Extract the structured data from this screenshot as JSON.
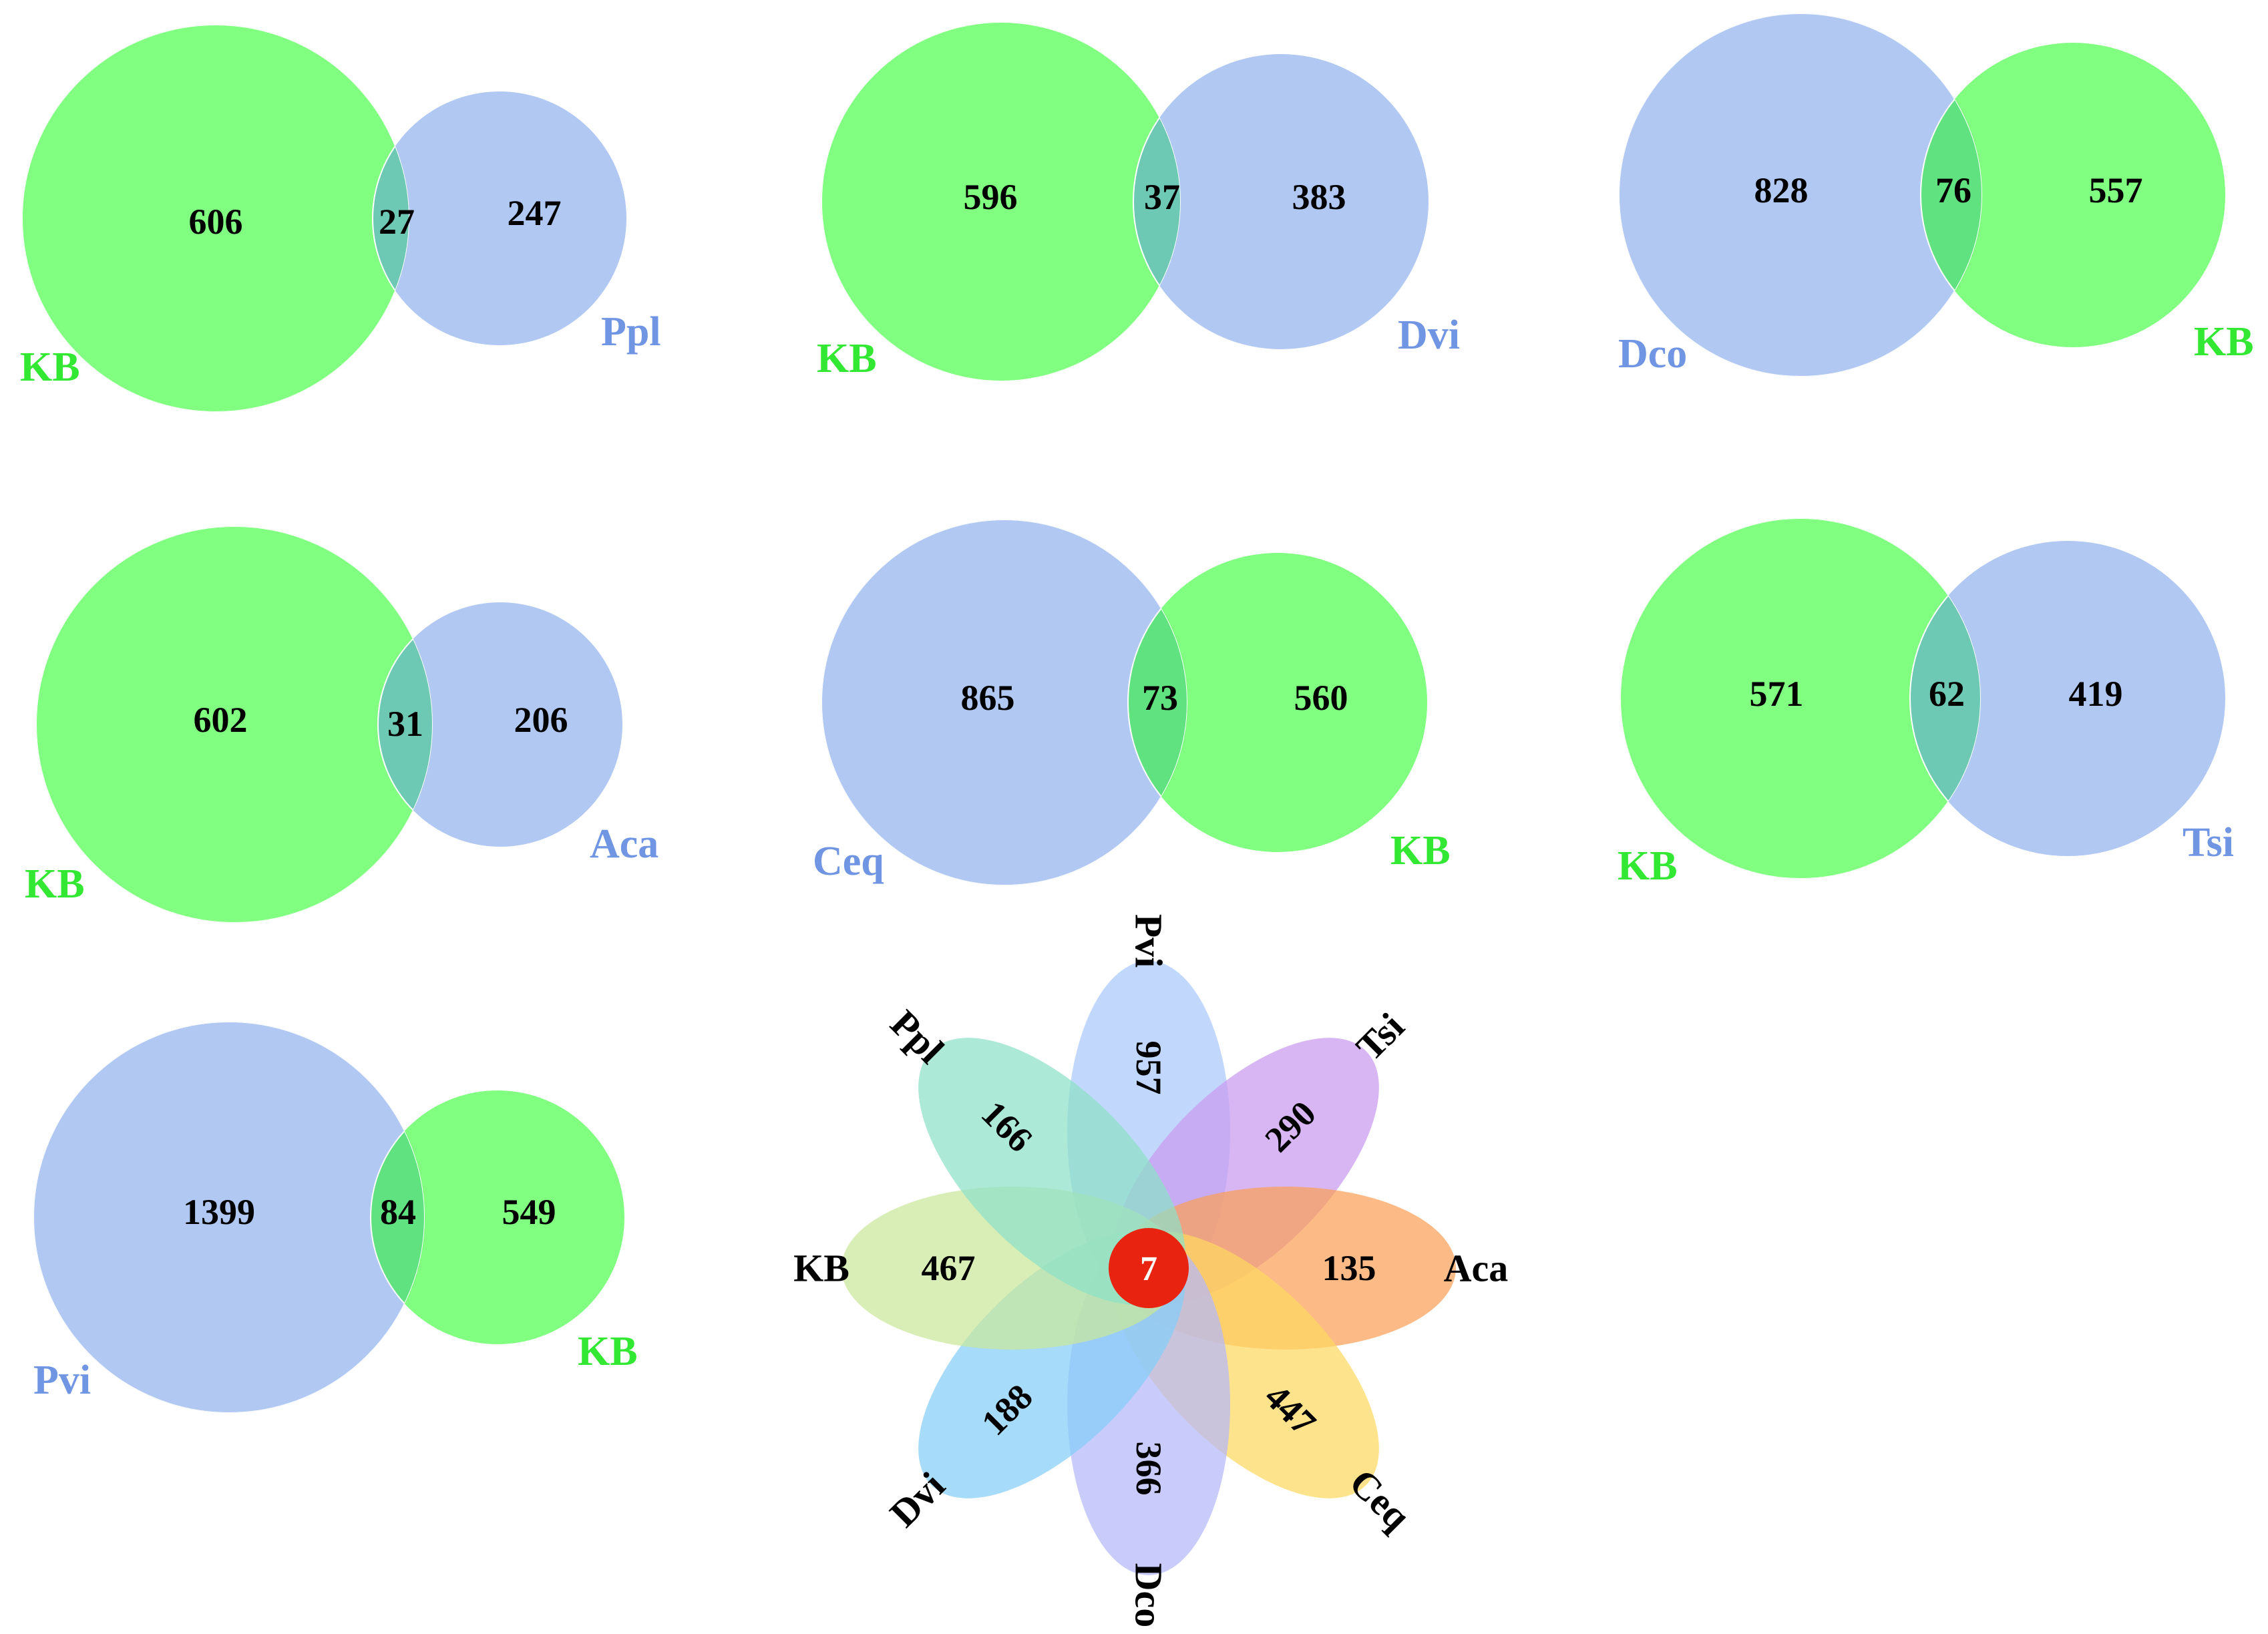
{
  "colors": {
    "green": "#80ff80",
    "blue": "#b1c8f3",
    "overlap_green_blue": "#6ec9b4",
    "overlap_blue_green": "#5fe27f",
    "green_label": "#33e833",
    "blue_label": "#6f95e3",
    "core": "#e8230f"
  },
  "pairwise_venns": [
    {
      "left": {
        "name": "KB",
        "count": "606",
        "color": "green"
      },
      "overlap": "27",
      "right": {
        "name": "Ppl",
        "count": "247",
        "color": "blue"
      }
    },
    {
      "left": {
        "name": "KB",
        "count": "596",
        "color": "green"
      },
      "overlap": "37",
      "right": {
        "name": "Dvi",
        "count": "383",
        "color": "blue"
      }
    },
    {
      "left": {
        "name": "Dco",
        "count": "828",
        "color": "blue"
      },
      "overlap": "76",
      "right": {
        "name": "KB",
        "count": "557",
        "color": "green"
      }
    },
    {
      "left": {
        "name": "KB",
        "count": "602",
        "color": "green"
      },
      "overlap": "31",
      "right": {
        "name": "Aca",
        "count": "206",
        "color": "blue"
      }
    },
    {
      "left": {
        "name": "Ceq",
        "count": "865",
        "color": "blue"
      },
      "overlap": "73",
      "right": {
        "name": "KB",
        "count": "560",
        "color": "green"
      }
    },
    {
      "left": {
        "name": "KB",
        "count": "571",
        "color": "green"
      },
      "overlap": "62",
      "right": {
        "name": "Tsi",
        "count": "419",
        "color": "blue"
      }
    },
    {
      "left": {
        "name": "Pvi",
        "count": "1399",
        "color": "blue"
      },
      "overlap": "84",
      "right": {
        "name": "KB",
        "count": "549",
        "color": "green"
      }
    }
  ],
  "flower": {
    "core": "7",
    "petals": [
      {
        "name": "Pvi",
        "count": "957",
        "color": "#a9c9fb"
      },
      {
        "name": "Tsi",
        "count": "290",
        "color": "#c99af0"
      },
      {
        "name": "Aca",
        "count": "135",
        "color": "#fb9f58"
      },
      {
        "name": "Ceq",
        "count": "447",
        "color": "#fdd861"
      },
      {
        "name": "Dco",
        "count": "366",
        "color": "#b4b8fa"
      },
      {
        "name": "Dvi",
        "count": "188",
        "color": "#85cdf8"
      },
      {
        "name": "KB",
        "count": "467",
        "color": "#c9e89a"
      },
      {
        "name": "Ppl",
        "count": "166",
        "color": "#8de1c8"
      }
    ]
  }
}
